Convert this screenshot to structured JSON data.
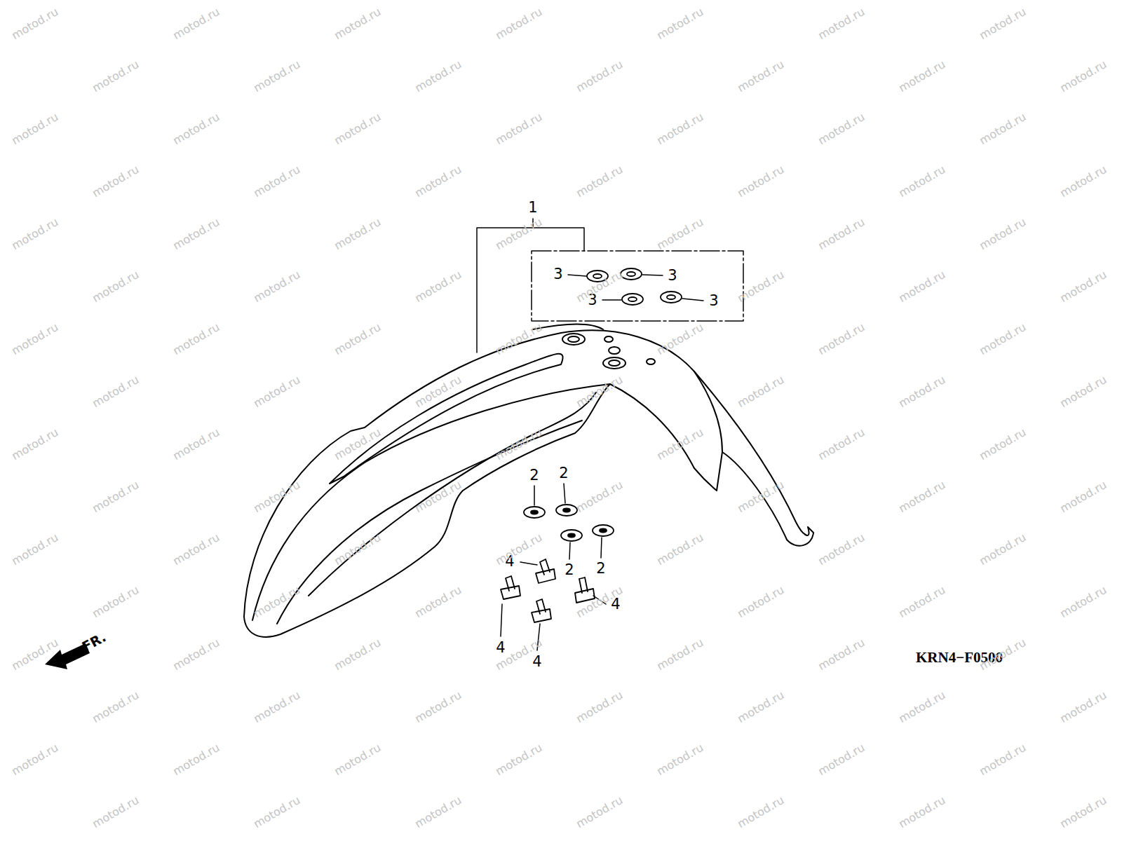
{
  "diagram": {
    "labels": [
      "1",
      "3",
      "3",
      "3",
      "3",
      "2",
      "2",
      "2",
      "2",
      "4",
      "4",
      "4",
      "4",
      "FR.",
      "KRN4−F0500",
      "motod.ru",
      "motod.ru",
      "motod.ru",
      "motod.ru",
      "motod.ru",
      "motod.ru",
      "motod.ru",
      "motod.ru",
      "motod.ru",
      "motod.ru",
      "motod.ru",
      "motod.ru",
      "motod.ru",
      "motod.ru",
      "motod.ru",
      "motod.ru",
      "motod.ru",
      "motod.ru",
      "motod.ru",
      "motod.ru",
      "motod.ru",
      "motod.ru",
      "motod.ru",
      "motod.ru",
      "motod.ru",
      "motod.ru",
      "motod.ru",
      "motod.ru",
      "motod.ru",
      "motod.ru",
      "motod.ru",
      "motod.ru",
      "motod.ru",
      "motod.ru",
      "motod.ru",
      "motod.ru",
      "motod.ru",
      "motod.ru",
      "motod.ru",
      "motod.ru",
      "motod.ru",
      "motod.ru",
      "motod.ru",
      "motod.ru",
      "motod.ru",
      "motod.ru",
      "motod.ru",
      "motod.ru",
      "motod.ru",
      "motod.ru",
      "motod.ru",
      "motod.ru",
      "motod.ru",
      "motod.ru",
      "motod.ru",
      "motod.ru",
      "motod.ru",
      "motod.ru",
      "motod.ru",
      "motod.ru",
      "motod.ru",
      "motod.ru",
      "motod.ru",
      "motod.ru",
      "motod.ru",
      "motod.ru",
      "motod.ru",
      "motod.ru",
      "motod.ru",
      "motod.ru",
      "motod.ru",
      "motod.ru",
      "motod.ru",
      "motod.ru",
      "motod.ru",
      "motod.ru",
      "motod.ru",
      "motod.ru",
      "motod.ru",
      "motod.ru",
      "motod.ru",
      "motod.ru",
      "motod.ru",
      "motod.ru",
      "motod.ru",
      "motod.ru",
      "motod.ru",
      "motod.ru",
      "motod.ru",
      "motod.ru",
      "motod.ru",
      "motod.ru",
      "motod.ru",
      "motod.ru",
      "motod.ru",
      "motod.ru",
      "motod.ru",
      "motod.ru",
      "motod.ru",
      "motod.ru",
      "motod.ru",
      "motod.ru",
      "motod.ru",
      "motod.ru",
      "motod.ru",
      "motod.ru",
      "motod.ru",
      "motod.ru",
      "motod.ru",
      "motod.ru",
      "motod.ru",
      "motod.ru"
    ]
  }
}
